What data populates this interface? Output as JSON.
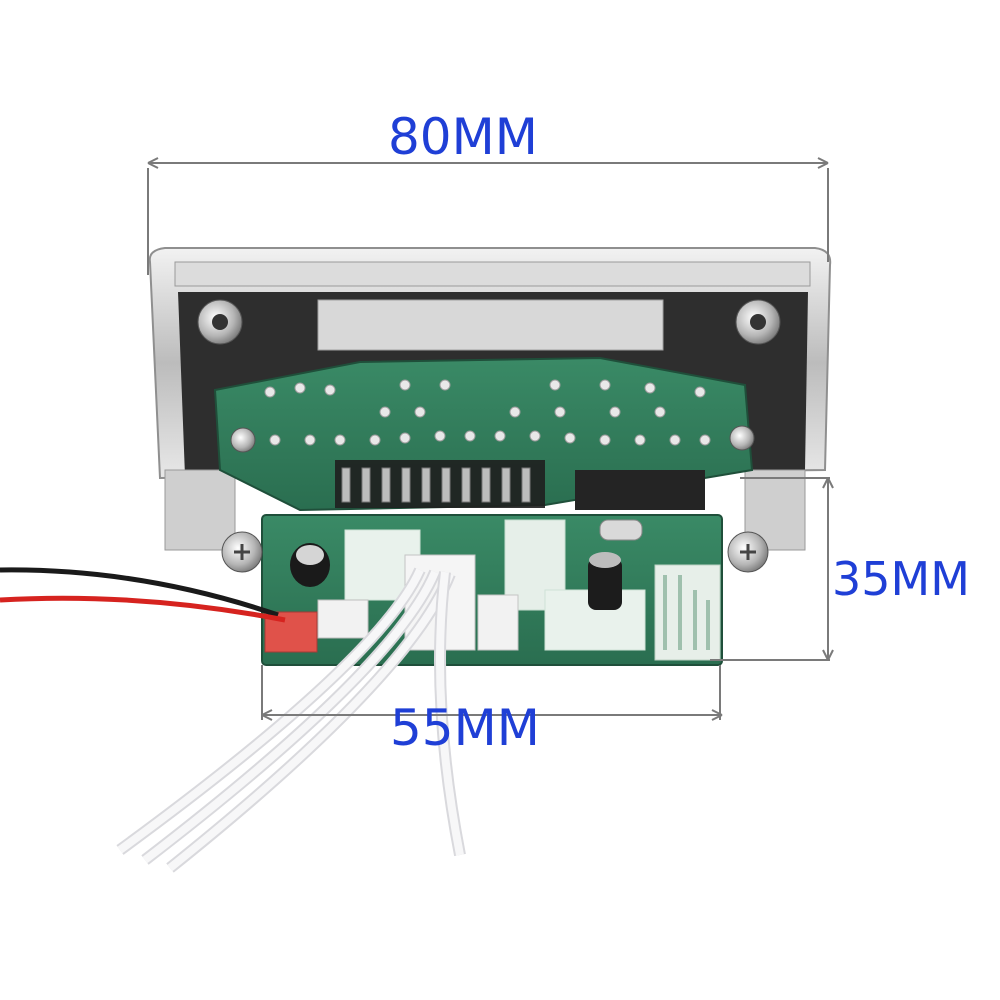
{
  "dimensions": {
    "width_label": "80MM",
    "height_label": "35MM",
    "board_width_label": "55MM"
  },
  "colors": {
    "dimension_text": "#1f3fd6",
    "dimension_line": "#7a7a7a",
    "pcb_green": "#2f7a5a",
    "metal_frame": "#c9c9c9",
    "wire_red": "#d6231f",
    "wire_black": "#1a1a1a",
    "cable_white": "#f4f4f6"
  }
}
